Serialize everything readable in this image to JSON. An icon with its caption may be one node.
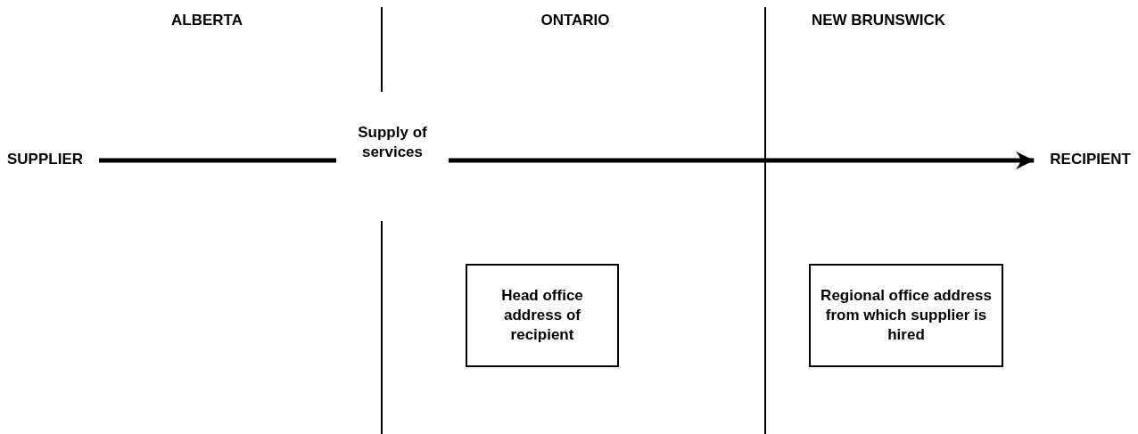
{
  "diagram": {
    "nodes": [
      {
        "text": [
          "SUPPLIER"
        ]
      },
      {
        "text": [
          "Supply of services"
        ]
      },
      {
        "text": [
          "RECIPIENT"
        ]
      },
      {
        "text": [
          "Head office address of recipient"
        ]
      },
      {
        "text": [
          "Regional office address from which supplier is hired"
        ]
      }
    ],
    "edges": [
      {
        "from": 0,
        "to": 1,
        "arrow": "none"
      },
      {
        "from": 1,
        "to": 2,
        "arrow": "to"
      }
    ],
    "labels": [
      "ALBERTA",
      "ONTARIO",
      "NEW BRUNSWICK"
    ]
  }
}
